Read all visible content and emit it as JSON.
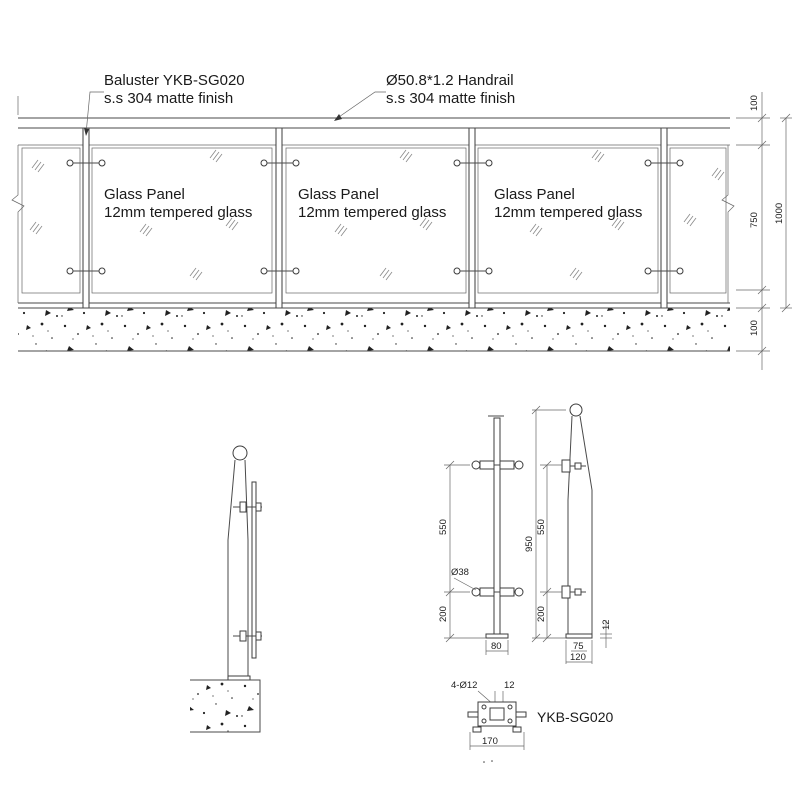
{
  "drawing": {
    "baluster_label_line1": "Baluster YKB-SG020",
    "baluster_label_line2": "s.s 304 matte finish",
    "handrail_label_line1": "Ø50.8*1.2 Handrail",
    "handrail_label_line2": "s.s 304 matte finish",
    "panels": [
      {
        "line1": "Glass Panel",
        "line2": "12mm tempered glass"
      },
      {
        "line1": "Glass Panel",
        "line2": "12mm tempered glass"
      },
      {
        "line1": "Glass Panel",
        "line2": "12mm tempered glass"
      }
    ],
    "elevation_dims": [
      "100",
      "750",
      "1000",
      "100"
    ],
    "post_dims": {
      "upper": "550",
      "lower": "200",
      "diameter": "Ø38",
      "base": "80",
      "total": "950",
      "side_upper": "550",
      "side_lower": "200",
      "plate": "12",
      "side_base_a": "75",
      "side_base_b": "120"
    },
    "plate_dims": {
      "holes": "4-Ø12",
      "thickness": "12",
      "width": "170"
    },
    "model_label": "YKB-SG020"
  }
}
